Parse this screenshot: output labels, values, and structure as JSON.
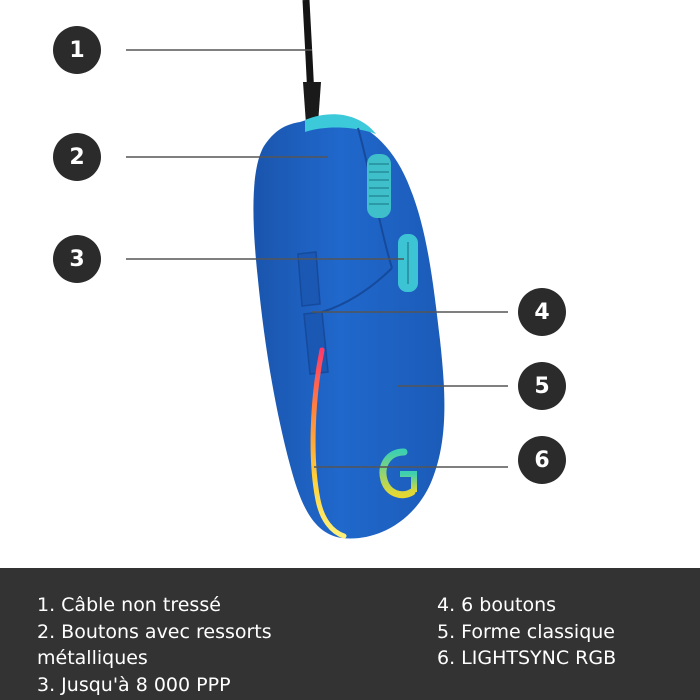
{
  "colors": {
    "mouse_body": "#1f63c4",
    "accent_cyan": "#36c3d6",
    "callout_bg": "#2b2b2b",
    "legend_bg": "#333333",
    "legend_text": "#ffffff"
  },
  "callouts": [
    "1",
    "2",
    "3",
    "4",
    "5",
    "6"
  ],
  "legend": {
    "left": [
      "1. Câble non tressé",
      "2. Boutons avec ressorts métalliques",
      "3. Jusqu'à 8 000 PPP"
    ],
    "right": [
      "4. 6 boutons",
      "5. Forme classique",
      "6. LIGHTSYNC RGB"
    ]
  }
}
